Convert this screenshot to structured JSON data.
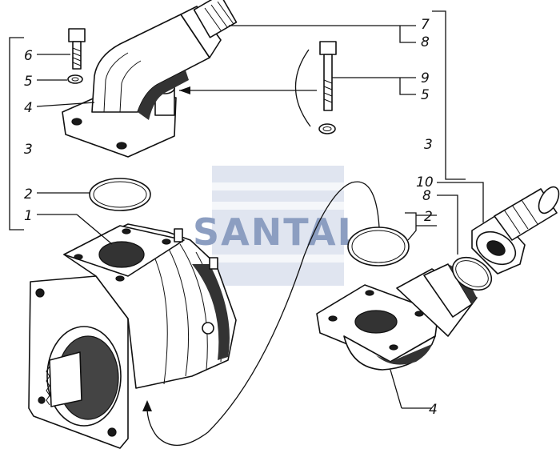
{
  "diagram": {
    "labels": {
      "l6": "6",
      "l5a": "5",
      "l4a": "4",
      "l3a": "3",
      "l2a": "2",
      "l1": "1",
      "l7": "7",
      "l8a": "8",
      "l9": "9",
      "l5b": "5",
      "l3b": "3",
      "l10": "10",
      "l8b": "8",
      "l2b": "2",
      "l4b": "4"
    },
    "watermark": "SANTAL",
    "colors": {
      "ink": "#111111",
      "watermark_blue": "#2f4f8f",
      "watermark_light": "#c7d0e4"
    }
  }
}
